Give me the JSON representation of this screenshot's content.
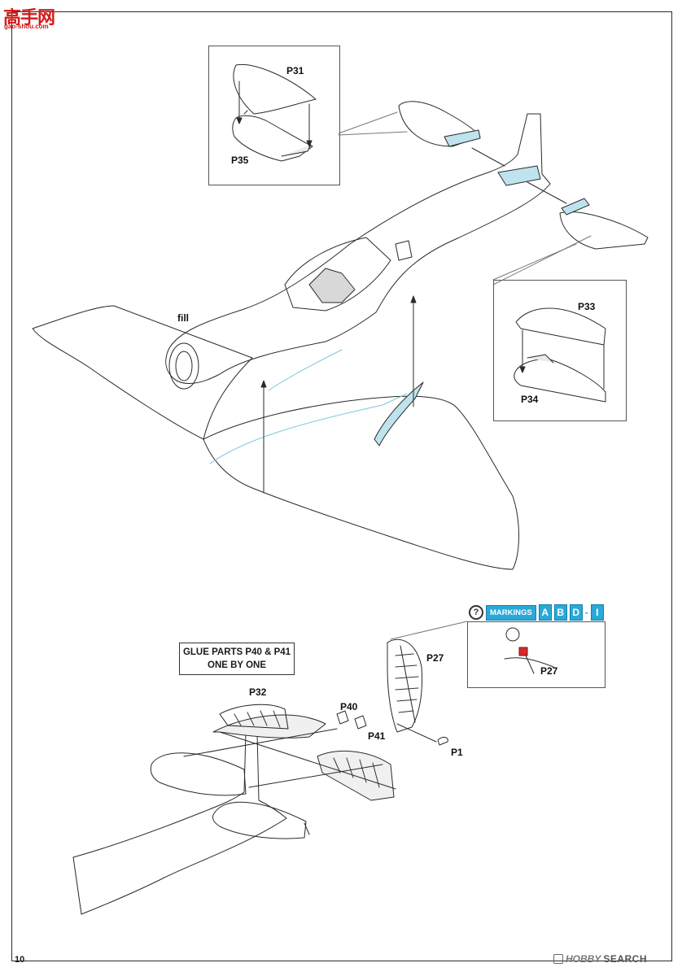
{
  "logo": {
    "cn": "高手网",
    "url": "gao-shou.com"
  },
  "labels": {
    "p31": "P31",
    "p35": "P35",
    "p33": "P33",
    "p34": "P34",
    "fill": "fill",
    "p27a": "P27",
    "p27b": "P27",
    "p32": "P32",
    "p40": "P40",
    "p41": "P41",
    "p1": "P1"
  },
  "note": {
    "line1": "GLUE PARTS P40 & P41",
    "line2": "ONE BY ONE"
  },
  "markings": {
    "help": "?",
    "word": "MARKINGS",
    "a": "A",
    "b": "B",
    "d": "D",
    "i": "I",
    "sep1": "-"
  },
  "page_number": "10",
  "watermark": {
    "brand": "HOBBY",
    "search": "SEARCH"
  },
  "colors": {
    "accent_blue": "#2aa9d9",
    "part_highlight": "#bfe3ee",
    "logo_red": "#d41b1b",
    "resin_red": "#d42b2b"
  }
}
